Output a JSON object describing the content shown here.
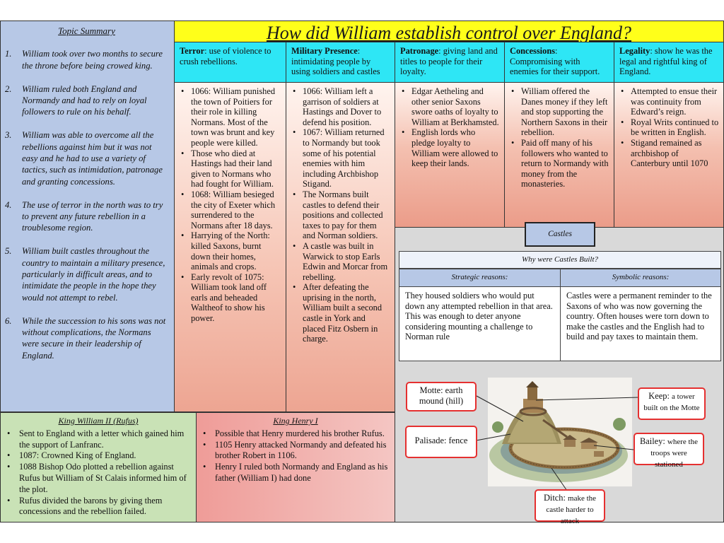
{
  "title": "How did William establish control over England?",
  "summary": {
    "title": "Topic Summary",
    "items": [
      {
        "num": "1.",
        "text": "William took over two months to secure the throne before being crowed king."
      },
      {
        "num": "2.",
        "text": "William ruled both England and Normandy and had to rely on loyal followers to rule on his behalf."
      },
      {
        "num": "3.",
        "text": "William was able to overcome all the rebellions against him but it was not easy and he had to use a variety of tactics, such as intimidation, patronage and granting concessions."
      },
      {
        "num": "4.",
        "text": "The use of terror in the north was to try to prevent any future rebellion in a troublesome region."
      },
      {
        "num": "5.",
        "text": "William built castles throughout the country to maintain a military presence, particularly in difficult areas, and to intimidate the people in the hope they would not attempt to rebel."
      },
      {
        "num": "6.",
        "text": "While the succession to his sons was not without complications, the Normans were secure in their leadership of England."
      }
    ]
  },
  "categories": [
    {
      "term": "Terror",
      "desc": ": use of violence to crush rebellions.",
      "points": [
        "1066: William punished the town of Poitiers for their role in killing Normans. Most of the town was brunt and key people were killed.",
        "Those who died at Hastings had their land given to Normans who had fought for William.",
        "1068: William besieged the city of Exeter which surrendered to the Normans after 18 days.",
        "Harrying of the North: killed Saxons, burnt down their homes, animals and crops.",
        "Early revolt of 1075: William took land off earls and beheaded Waltheof to show his power."
      ]
    },
    {
      "term": "Military Presence",
      "desc": ": intimidating people by using soldiers and castles",
      "points": [
        "1066: William left a garrison of soldiers at Hastings and Dover to defend his position.",
        "1067: William returned to Normandy but took some of his potential enemies with him including Archbishop Stigand.",
        "The Normans built castles to defend their positions and collected taxes to pay for them and Norman soldiers.",
        "A castle was built in Warwick to stop Earls Edwin and Morcar from rebelling.",
        "After defeating the uprising in the north, William built a second castle in York and placed Fitz Osbern in charge."
      ]
    },
    {
      "term": "Patronage",
      "desc": ": giving land and titles to people for their loyalty.",
      "points": [
        "Edgar Aetheling and other senior Saxons swore oaths of loyalty to William at Berkhamsted.",
        "English lords who pledge loyalty to William were allowed to keep their lands."
      ]
    },
    {
      "term": "Concessions",
      "desc": ": Compromising with enemies for their support.",
      "points": [
        "William offered the Danes money if they left and stop supporting the Northern Saxons in their rebellion.",
        "Paid off many of his followers who wanted to return to Normandy with money from the monasteries."
      ]
    },
    {
      "term": "Legality",
      "desc": ": show he was the legal and rightful king of England.",
      "points": [
        "Attempted to ensue their was continuity from Edward’s reign.",
        "Royal Writs continued to be written in English.",
        "Stigand remained as archbishop of Canterbury until 1070"
      ]
    }
  ],
  "castles": {
    "button": "Castles",
    "why_title": "Why were Castles Built?",
    "strategic_title": "Strategic reasons:",
    "symbolic_title": "Symbolic reasons:",
    "strategic_text": "They housed soldiers who would put down any attempted rebellion in that area. This was enough to deter anyone considering mounting a challenge to Norman rule",
    "symbolic_text": "Castles were a permanent reminder to the Saxons of who was now governing the country. Often houses were torn down to make the castles and the English had to build and pay taxes to maintain them.",
    "labels": {
      "motte": "Motte: earth mound (hill)",
      "palisade": "Palisade: fence",
      "keep_term": "Keep:",
      "keep_desc": "a tower built on the Motte",
      "bailey_term": "Bailey:",
      "bailey_desc": "where the troops were stationed",
      "ditch_term": "Ditch:",
      "ditch_desc": "make the castle harder to attack"
    }
  },
  "rufus": {
    "title": "King William II (Rufus)",
    "points": [
      "Sent to England  with a letter which gained him the support of Lanfranc.",
      "1087: Crowned King of England.",
      "1088 Bishop Odo plotted a rebellion against Rufus but William of St Calais informed him of the plot.",
      "Rufus divided the barons by giving them concessions and the rebellion failed."
    ]
  },
  "henry": {
    "title": "King Henry I",
    "points": [
      "Possible that Henry murdered his brother Rufus.",
      "1105 Henry attacked Normandy and defeated his brother Robert in 1106.",
      "Henry I ruled both Normandy and England as his father (William I)  had done"
    ]
  }
}
